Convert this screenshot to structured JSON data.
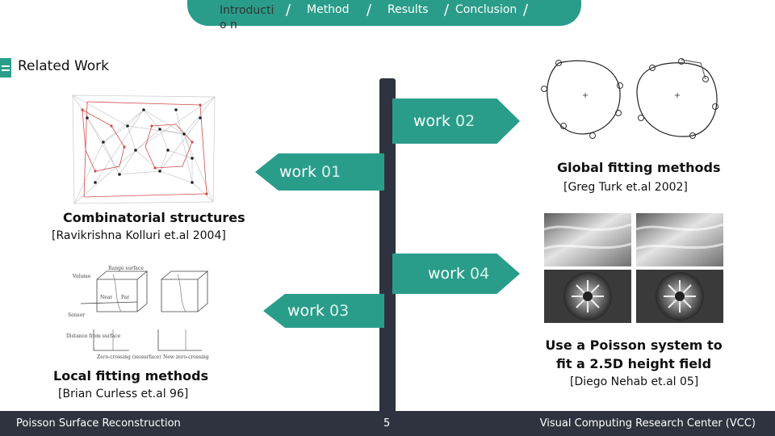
{
  "nav": {
    "items": [
      "Introductio n",
      "Method",
      "Results",
      "Conclusion"
    ],
    "separator": "/"
  },
  "title": "Related Work",
  "signs": {
    "work01": {
      "label": "work",
      "num": "01"
    },
    "work02": {
      "label": "work",
      "num": "02"
    },
    "work03": {
      "label": "work",
      "num": "03"
    },
    "work04": {
      "label": "work",
      "num": "04"
    }
  },
  "sections": {
    "combinatorial": {
      "title": "Combinatorial structures",
      "cite": "[Ravikrishna Kolluri et.al 2004]"
    },
    "global": {
      "title": "Global fitting methods",
      "cite": "[Greg Turk et.al 2002]"
    },
    "local": {
      "title": "Local fitting methods",
      "cite": "[Brian Curless et.al 96]"
    },
    "poisson": {
      "title_line1": "Use a Poisson system to",
      "title_line2": "fit a 2.5D height field",
      "cite": "[Diego Nehab et.al 05]"
    }
  },
  "figure_text": {
    "local": [
      "Range surface",
      "Volume",
      "Near",
      "Far",
      "Sensor",
      "Distance from surface",
      "Zero-crossing (isosurface)",
      "New zero-crossing"
    ]
  },
  "footer": {
    "left": "Poisson Surface Reconstruction",
    "page": "5",
    "right": "Visual Computing Research Center (VCC)"
  },
  "colors": {
    "accent": "#2a9d8a",
    "dark": "#2f3340"
  }
}
